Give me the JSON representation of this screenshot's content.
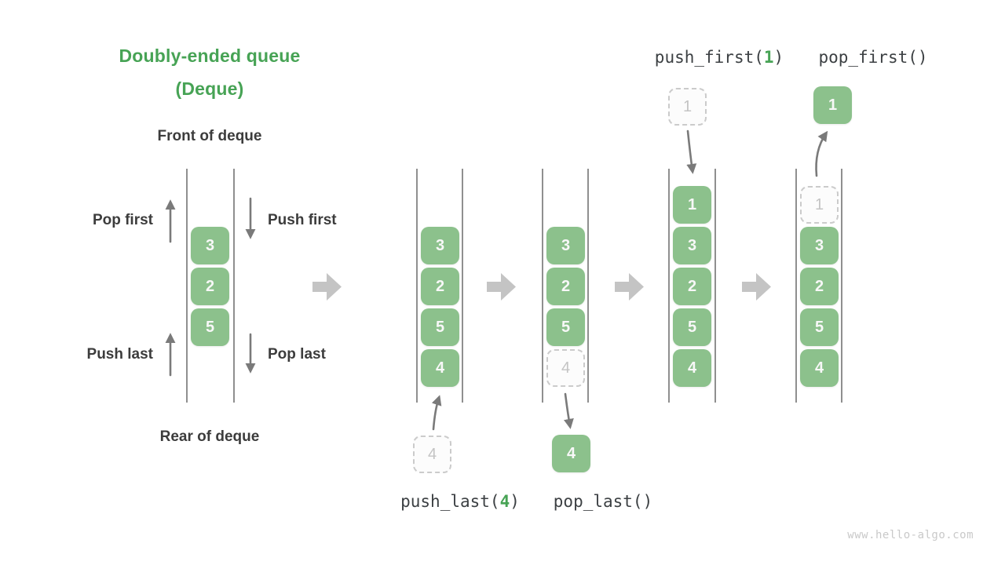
{
  "title": {
    "line1": "Doubly-ended queue",
    "line2": "(Deque)"
  },
  "deque_labels": {
    "front": "Front of deque",
    "rear": "Rear of deque"
  },
  "op_labels": {
    "pop_first": "Pop first",
    "push_first": "Push first",
    "push_last": "Push last",
    "pop_last": "Pop last"
  },
  "code_labels": {
    "push_first": {
      "pre": "push_first(",
      "arg": "1",
      "post": ")"
    },
    "pop_first": "pop_first()",
    "push_last": {
      "pre": "push_last(",
      "arg": "4",
      "post": ")"
    },
    "pop_last": "pop_last()"
  },
  "queues": [
    {
      "name": "initial-deque",
      "cells": [
        {
          "v": "3"
        },
        {
          "v": "2"
        },
        {
          "v": "5"
        }
      ]
    },
    {
      "name": "push-last-state",
      "cells": [
        {
          "v": "3"
        },
        {
          "v": "2"
        },
        {
          "v": "5"
        },
        {
          "v": "4"
        }
      ],
      "floating": {
        "v": "4"
      }
    },
    {
      "name": "pop-last-state",
      "cells": [
        {
          "v": "3"
        },
        {
          "v": "2"
        },
        {
          "v": "5"
        },
        {
          "v": "4"
        }
      ],
      "floating": {
        "v": "4"
      }
    },
    {
      "name": "push-first-state",
      "cells": [
        {
          "v": "1"
        },
        {
          "v": "3"
        },
        {
          "v": "2"
        },
        {
          "v": "5"
        },
        {
          "v": "4"
        }
      ],
      "floating": {
        "v": "1"
      }
    },
    {
      "name": "pop-first-state",
      "cells": [
        {
          "v": "1"
        },
        {
          "v": "3"
        },
        {
          "v": "2"
        },
        {
          "v": "5"
        },
        {
          "v": "4"
        }
      ],
      "floating": {
        "v": "1"
      }
    }
  ],
  "watermark": "www.hello-algo.com",
  "colors": {
    "accent_green": "#47A355",
    "box_green": "#8CC18C",
    "box_text": "#F8F8F8",
    "dark_text": "#3C3C3C",
    "code_text": "#3C4043",
    "small_arrow_gray": "#7A7A7A",
    "flow_arrow_gray": "#C4C4C4",
    "wall_gray": "#8F8F8F",
    "dashed_border": "#CBCBCB",
    "dashed_text": "#C4C4C4",
    "watermark_gray": "#C9C9C9"
  }
}
